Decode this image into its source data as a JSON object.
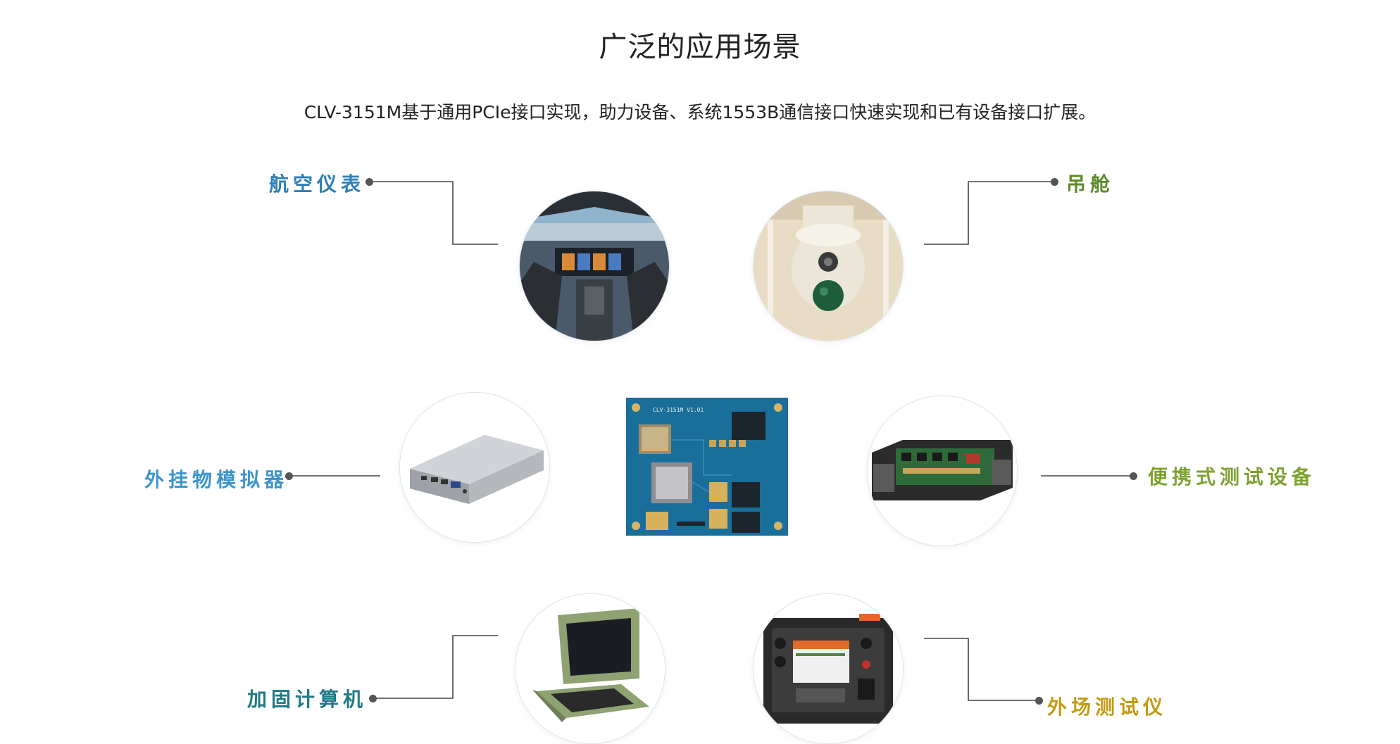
{
  "header": {
    "title": "广泛的应用场景",
    "subtitle": "CLV-3151M基于通用PCIe接口实现，助力设备、系统1553B通信接口快速实现和已有设备接口扩展。"
  },
  "applications": [
    {
      "label": "航空仪表",
      "color": "#2f7fb5",
      "icon": "cockpit-image"
    },
    {
      "label": "吊舱",
      "color": "#5d8a2a",
      "icon": "pod-image"
    },
    {
      "label": "外挂物模拟器",
      "color": "#3d95cc",
      "icon": "mini-pc-image"
    },
    {
      "label": "便携式测试设备",
      "color": "#7ea232",
      "icon": "test-board-image"
    },
    {
      "label": "加固计算机",
      "color": "#1f7a86",
      "icon": "rugged-laptop-image"
    },
    {
      "label": "外场测试仪",
      "color": "#c49a14",
      "icon": "field-tester-image"
    }
  ],
  "center": {
    "board_label": "CLV-3151M V1.01",
    "icon": "pcb-board-image"
  }
}
